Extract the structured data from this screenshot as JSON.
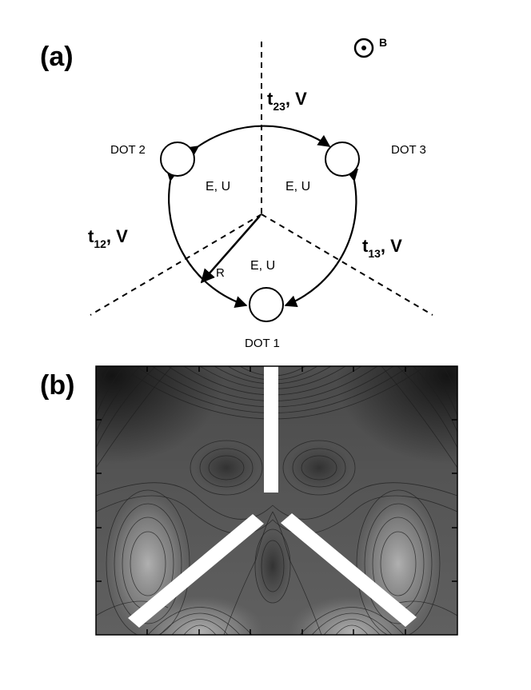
{
  "panel_a": {
    "label": "(a)",
    "field": {
      "symbol": "B"
    },
    "dots": [
      {
        "name": "DOT 1",
        "label": "DOT 1"
      },
      {
        "name": "DOT 2",
        "label": "DOT 2"
      },
      {
        "name": "DOT 3",
        "label": "DOT 3"
      }
    ],
    "sector_labels": [
      "E, U",
      "E, U",
      "E, U"
    ],
    "radius_label": "R",
    "hoppings": [
      {
        "t_base": "t",
        "t_sub": "23",
        "v": ", V"
      },
      {
        "t_base": "t",
        "t_sub": "12",
        "v": ", V"
      },
      {
        "t_base": "t",
        "t_sub": "13",
        "v": ", V"
      }
    ]
  },
  "panel_b": {
    "label": "(b)",
    "type": "contour-map",
    "colors": {
      "dark": "#161616",
      "mid": "#5a5a5a",
      "light": "#a4a4a4",
      "barrier": "#ffffff"
    }
  }
}
